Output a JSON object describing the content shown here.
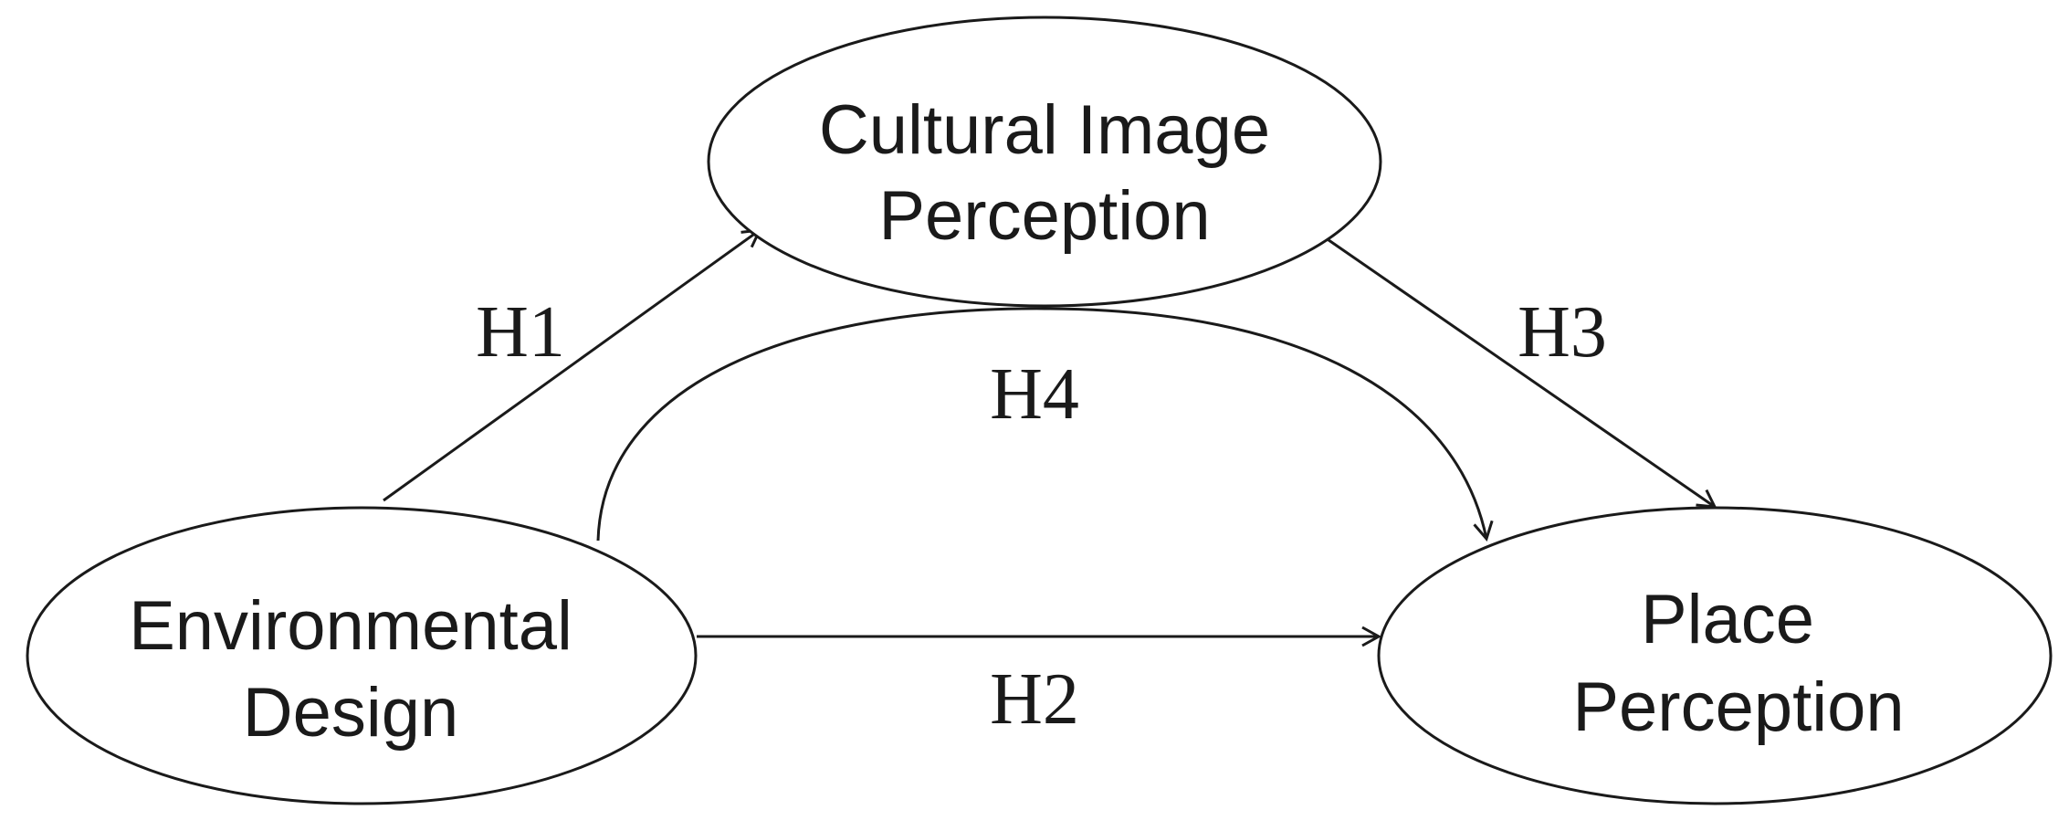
{
  "nodes": {
    "environmental_design": {
      "line1": "Environmental",
      "line2": "Design"
    },
    "cultural_image_perception": {
      "line1": "Cultural Image",
      "line2": "Perception"
    },
    "place_perception": {
      "line1": "Place",
      "line2": "Perception"
    }
  },
  "edges": {
    "h1": {
      "label": "H1"
    },
    "h2": {
      "label": "H2"
    },
    "h3": {
      "label": "H3"
    },
    "h4": {
      "label": "H4"
    }
  }
}
